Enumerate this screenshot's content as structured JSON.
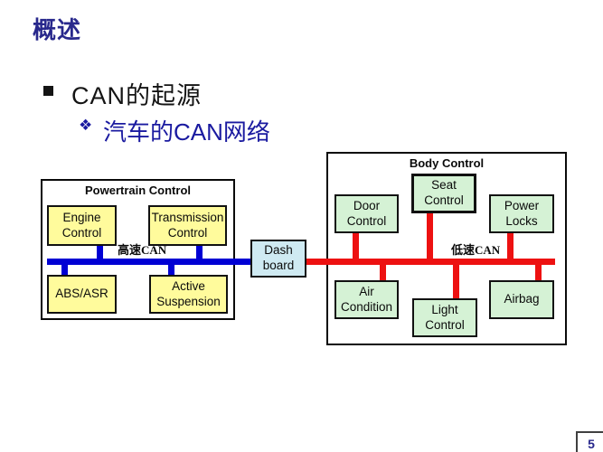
{
  "slide": {
    "title": "概述",
    "bullet": "CAN的起源",
    "sub_bullet": "汽车的CAN网络",
    "sub_bullet_marker": "❖",
    "page_number": "5"
  },
  "diagram": {
    "powertrain": {
      "title": "Powertrain Control",
      "nodes": [
        "Engine Control",
        "Transmission Control",
        "ABS/ASR",
        "Active Suspension"
      ]
    },
    "gateway": {
      "label": "Dash board"
    },
    "body": {
      "title": "Body Control",
      "nodes": [
        "Door Control",
        "Seat Control",
        "Power Locks",
        "Air Condition",
        "Light Control",
        "Airbag"
      ]
    },
    "bus": {
      "high_speed_label": "高速CAN",
      "low_speed_label": "低速CAN",
      "high_speed_color": "#0000D4",
      "low_speed_color": "#ED1111"
    },
    "colors": {
      "powertrain_node_fill": "#FFFB9C",
      "body_node_fill": "#D5F2D5",
      "gateway_fill": "#CFEAF2",
      "title_navy": "#28288C",
      "sub_bullet_blue": "#1A1AA0"
    }
  }
}
